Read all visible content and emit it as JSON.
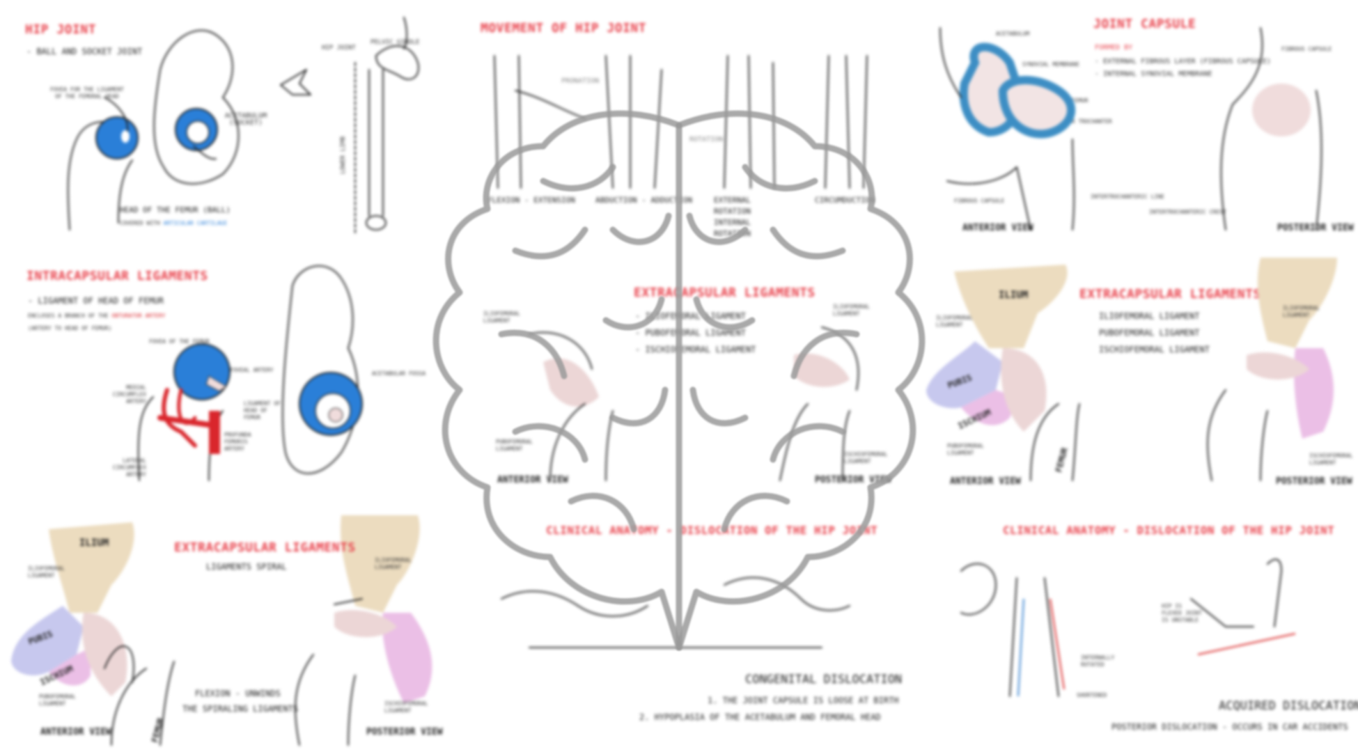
{
  "panels": {
    "hip_joint": {
      "title": "HIP JOINT",
      "type": "- BALL AND SOCKET JOINT",
      "fovea": "FOVEA FOR THE LIGAMENT OF THE FEMORAL HEAD",
      "acetabulum": "ACETABULUM (SOCKET)",
      "head": "HEAD OF THE FEMUR (BALL)",
      "covered_prefix": "COVERED WITH ",
      "covered_highlight": "ARTICULAR CARTILAGE",
      "hip_label": "HIP JOINT",
      "pelvic": "PELVIC GIRDLE",
      "lower_limb": "LOWER LIMB"
    },
    "movement": {
      "title": "MOVEMENT OF HIP JOINT",
      "pronation": "PRONATION",
      "rotation": "ROTATION",
      "labels": [
        "FLEXION - EXTENSION",
        "ABDUCTION - ADDUCTION",
        "EXTERNAL ROTATION INTERNAL ROTATION",
        "CIRCUMDUCTION"
      ]
    },
    "joint_capsule": {
      "title": "JOINT CAPSULE",
      "formed_by": "FORMED BY",
      "items": [
        "- EXTERNAL FIBROUS LAYER (FIBROUS CAPSULE)",
        "- INTERNAL SYNOVIAL MEMBRANE"
      ],
      "acetabulum": "ACETABULUM",
      "synovial": "SYNOVIAL MEMBRANE",
      "neck": "NECK OF FEMUR",
      "trochanter": "GREATER TROCHANTER",
      "fibrous": "FIBROUS CAPSULE",
      "intertroch_line": "INTERTROCHANTERIC LINE",
      "intertroch_crest": "INTERTROCHANTERIC CREST",
      "fibrous2": "FIBROUS CAPSULE",
      "anterior": "ANTERIOR VIEW",
      "posterior": "POSTERIOR VIEW"
    },
    "intracapsular": {
      "title": "INTRACAPSULAR LIGAMENTS",
      "line1": "- LIGAMENT OF HEAD OF FEMUR",
      "line2_prefix": "ENCLOSES A BRANCH OF THE ",
      "line2_highlight": "OBTURATOR ARTERY",
      "line3": "(ARTERY TO HEAD OF FEMUR)",
      "fovea": "FOVEA OF THE FEMUR",
      "foveal_artery": "FOVEAL ARTERY",
      "ligament": "LIGAMENT OF HEAD OF FEMUR",
      "medial": "MEDIAL CIRCUMFLEX ARTERY",
      "lateral": "LATERAL CIRCUMFLEX ARTERY",
      "profunda": "PROFUNDA FEMORIS ARTERY",
      "fossa": "ACETABULAR FOSSA"
    },
    "extracapsular_mid": {
      "title": "EXTRACAPSULAR LIGAMENTS",
      "items": [
        "- ILIOFEMORAL LIGAMENT",
        "- PUBOFEMORAL LIGAMENT",
        "- ISCHIOFEMORAL LIGAMENT"
      ],
      "iliofemoral": "ILIOFEMORAL LIGAMENT",
      "iliofemoral2": "ILIOFEMORAL LIGAMENT",
      "pubofemoral": "PUBOFEMORAL LIGAMENT",
      "ischiofemoral": "ISCHIOFEMORAL LIGAMENT",
      "anterior": "ANTERIOR VIEW",
      "posterior": "POSTERIOR VIEW"
    },
    "extracapsular_right": {
      "title": "EXTRACAPSULAR LIGAMENTS",
      "items": [
        "ILIOFEMORAL LIGAMENT",
        "PUBOFEMORAL LIGAMENT",
        "ISCHIOFEMORAL LIGAMENT"
      ],
      "ilium": "ILIUM",
      "pubis": "PUBIS",
      "ischium": "ISCHIUM",
      "femur": "FEMUR",
      "iliofemoral": "ILIOFEMORAL LIGAMENT",
      "pubofemoral": "PUBOFEMORAL LIGAMENT",
      "iliofemoral2": "ILIOFEMORAL LIGAMENT",
      "ischiofemoral": "ISCHIOFEMORAL LIGAMENT",
      "anterior": "ANTERIOR VIEW",
      "posterior": "POSTERIOR VIEW"
    },
    "extracapsular_bottom": {
      "title": "EXTRACAPSULAR LIGAMENTS",
      "subtitle": "LIGAMENTS SPIRAL",
      "ilium": "ILIUM",
      "pubis": "PUBIS",
      "ischium": "ISCHIUM",
      "femur": "FEMUR",
      "iliofemoral": "ILIOFEMORAL LIGAMENT",
      "pubofemoral": "PUBOFEMORAL LIGAMENT",
      "iliofemoral2": "ILIOFEMORAL LIGAMENT",
      "ischiofemoral": "ISCHIOFEMORAL LIGAMENT",
      "note1": "FLEXION - UNWINDS",
      "note2": "THE SPIRALING LIGAMENTS",
      "anterior": "ANTERIOR VIEW",
      "posterior": "POSTERIOR VIEW"
    },
    "clinical_mid": {
      "title": "CLINICAL ANATOMY - DISLOCATION OF THE HIP JOINT",
      "heading": "CONGENITAL DISLOCATION",
      "items": [
        "1. THE JOINT CAPSULE IS LOOSE AT BIRTH",
        "2. HYPOPLASIA OF THE ACETABULUM AND FEMORAL HEAD"
      ]
    },
    "clinical_right": {
      "title": "CLINICAL ANATOMY - DISLOCATION OF THE HIP JOINT",
      "rotated": "INTERNALLY ROTATED",
      "shortened": "SHORTENED",
      "flexed": "HIP IS FLEXED JOINT IS UNSTABLE",
      "heading": "ACQUIRED DISLOCATION",
      "sub": "POSTERIOR DISLOCATION - OCCURS IN CAR ACCIDENTS"
    }
  },
  "colors": {
    "title_red": "#e8404a",
    "cartilage_blue": "#2a7fd8",
    "capsule_blue": "#3d8ec4",
    "artery_red": "#d9262c",
    "ilium_tan": "#ecdcbf",
    "pubis_lavender": "#c7c8ee",
    "ischium_pink": "#ebbfe6",
    "ligament_pink": "#e8cfcf",
    "brain_gray": "#9a9a9a"
  }
}
